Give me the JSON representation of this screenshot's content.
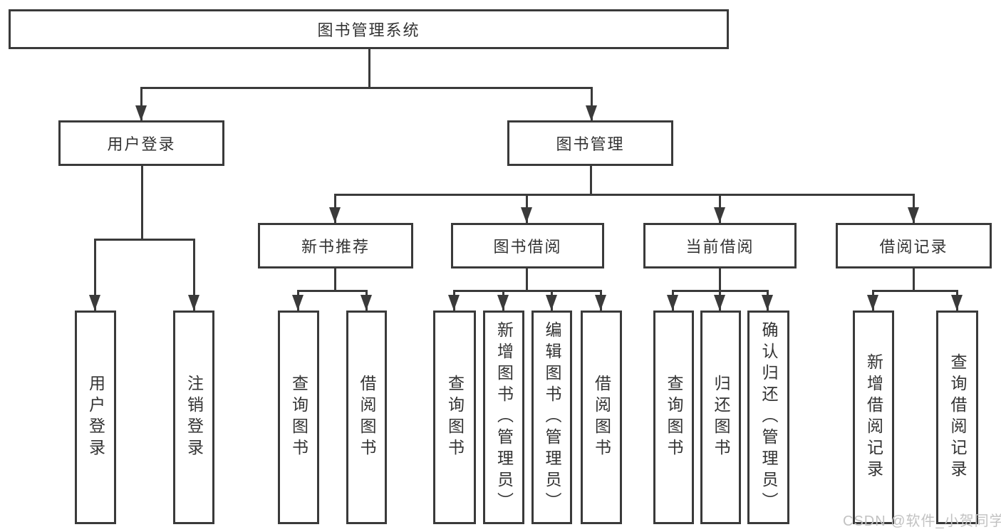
{
  "tree": {
    "label": "图书管理系统",
    "children": [
      {
        "label": "用户登录",
        "children": [
          {
            "label": "用户登录"
          },
          {
            "label": "注销登录"
          }
        ]
      },
      {
        "label": "图书管理",
        "children": [
          {
            "label": "新书推荐",
            "children": [
              {
                "label": "查询图书"
              },
              {
                "label": "借阅图书"
              }
            ]
          },
          {
            "label": "图书借阅",
            "children": [
              {
                "label": "查询图书"
              },
              {
                "label": "新增图书（管理员）"
              },
              {
                "label": "编辑图书（管理员）"
              },
              {
                "label": "借阅图书"
              }
            ]
          },
          {
            "label": "当前借阅",
            "children": [
              {
                "label": "查询图书"
              },
              {
                "label": "归还图书"
              },
              {
                "label": "确认归还（管理员）"
              }
            ]
          },
          {
            "label": "借阅记录",
            "children": [
              {
                "label": "新增借阅记录"
              },
              {
                "label": "查询借阅记录"
              }
            ]
          }
        ]
      }
    ]
  },
  "watermark": "CSDN @软件_小贺同学",
  "colors": {
    "line": "#3a3a3a",
    "border": "#3a3a3a",
    "text": "#333333",
    "watermark": "#c2c2c2",
    "background": "#ffffff"
  }
}
